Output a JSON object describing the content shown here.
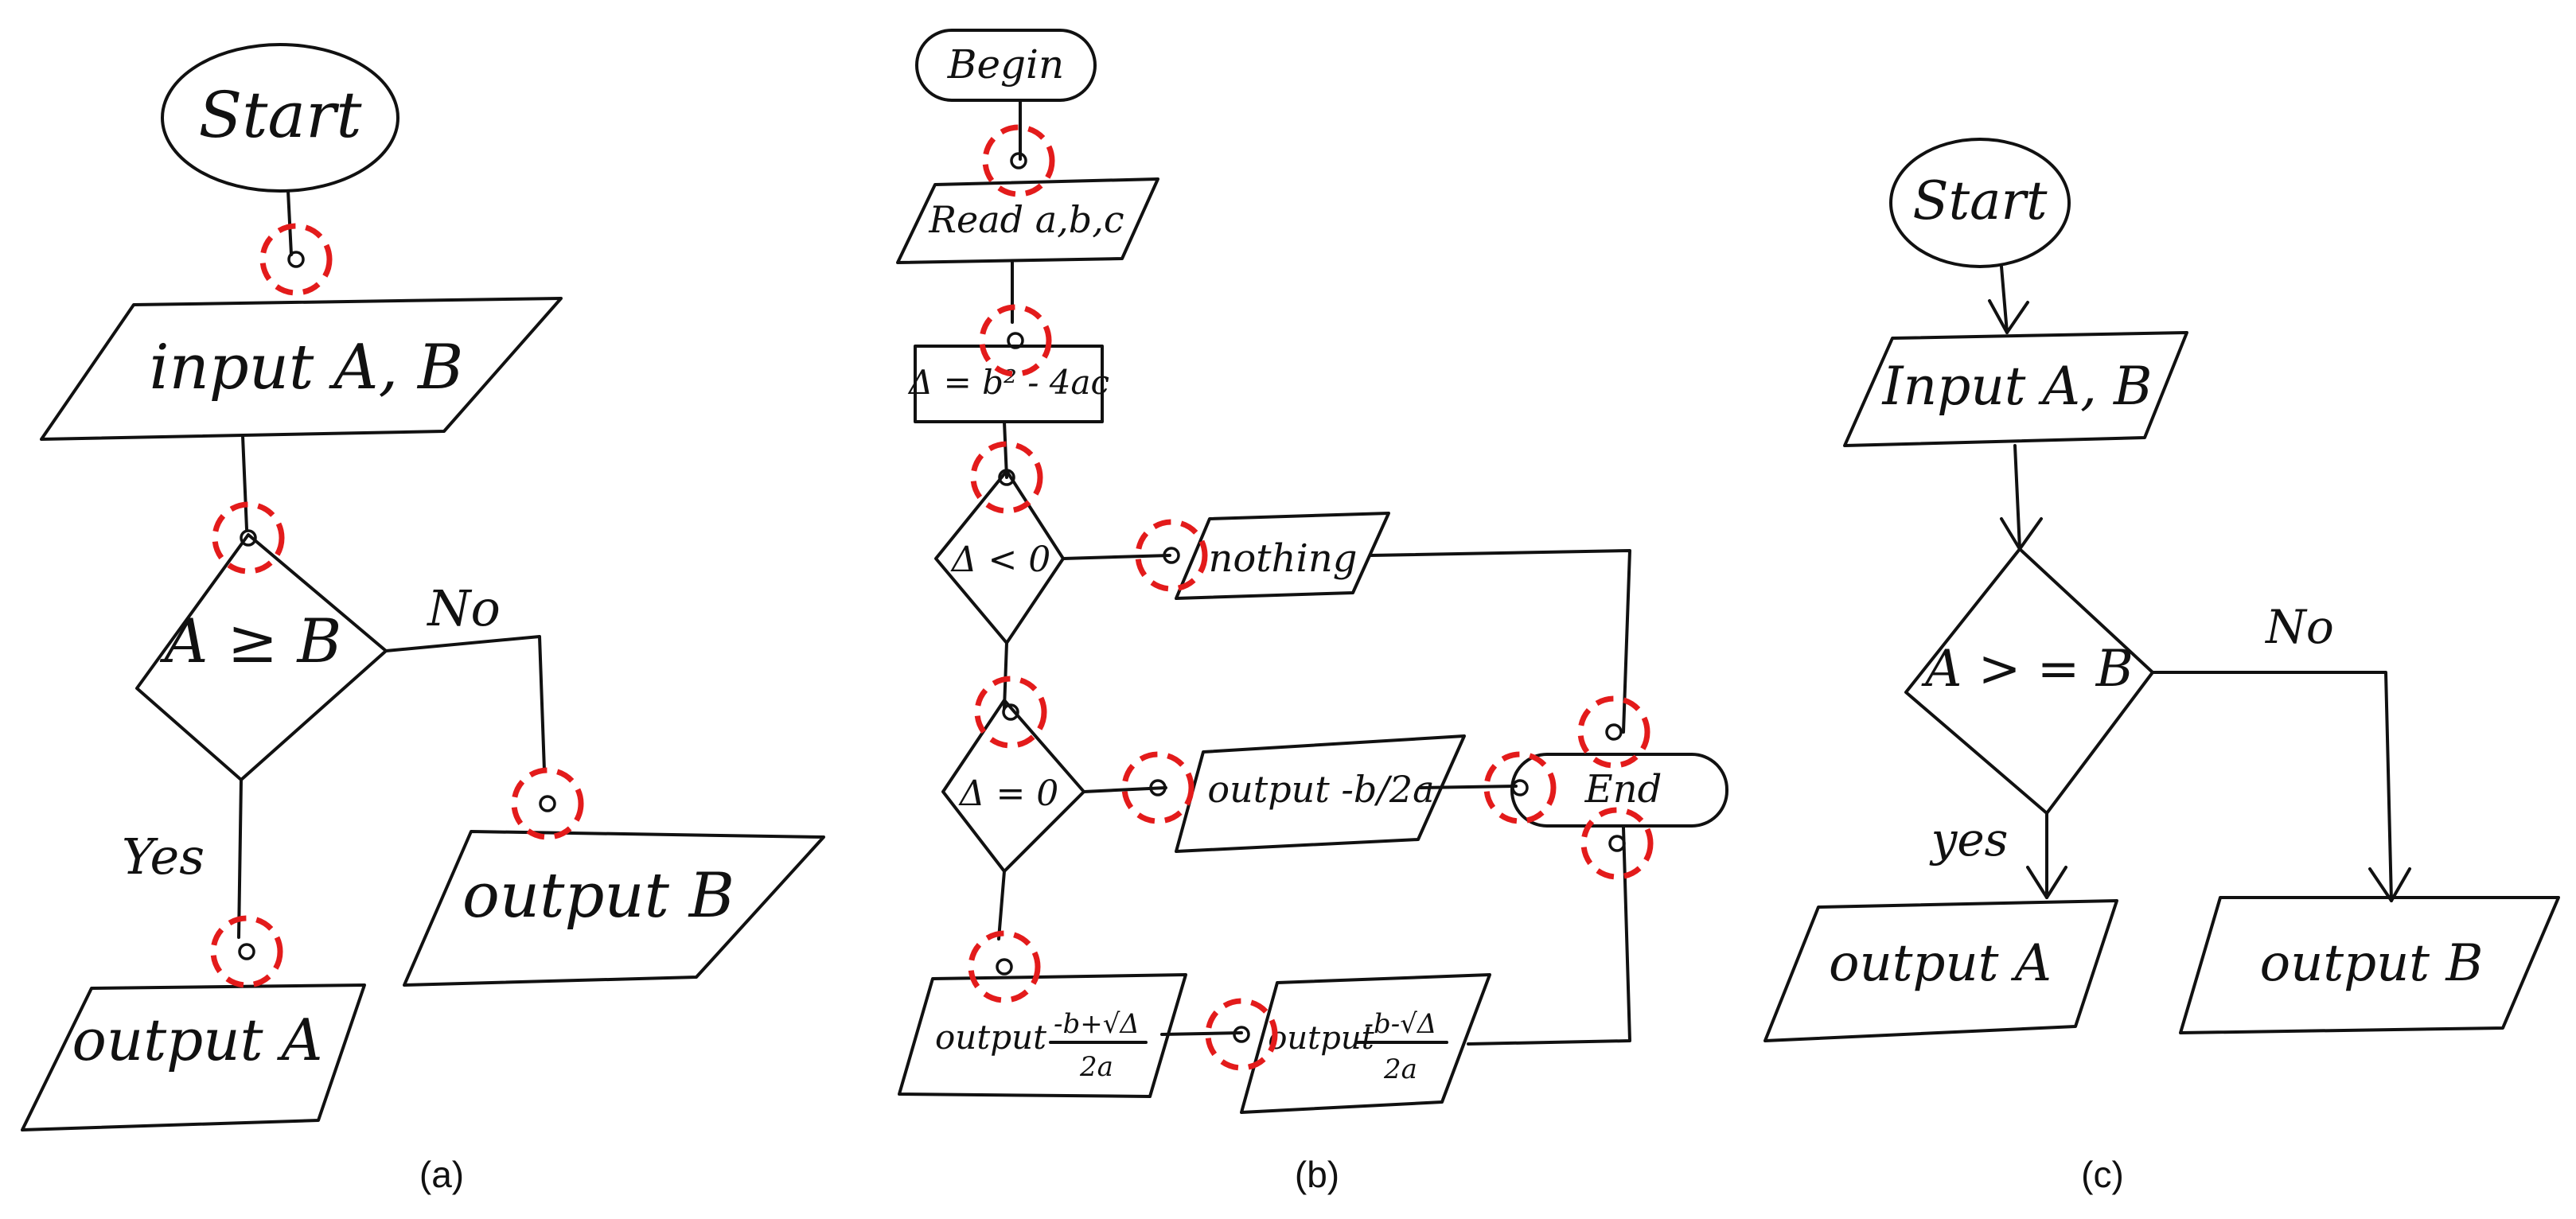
{
  "panels": [
    {
      "caption": "(a)",
      "start": "Start",
      "input": "input A, B",
      "decision": "A ≥ B",
      "no": "No",
      "yes": "Yes",
      "out_b": "output B",
      "out_a": "output A"
    },
    {
      "caption": "(b)",
      "begin": "Begin",
      "read": "Read a,b,c",
      "delta": "Δ = b² - 4ac",
      "cond1": "Δ < 0",
      "nothing": "nothing",
      "cond2": "Δ = 0",
      "out1": "output -b/2a",
      "end": "End",
      "out2_prefix": "output",
      "out2_num": "-b+√Δ",
      "out2_den": "2a",
      "out3_prefix": "output",
      "out3_num": "-b-√Δ",
      "out3_den": "2a"
    },
    {
      "caption": "(c)",
      "start": "Start",
      "input": "Input A, B",
      "decision": "A > = B",
      "no": "No",
      "yes": "yes",
      "out_a": "output A",
      "out_b": "output B"
    }
  ],
  "colors": {
    "ink": "#111111",
    "marker": "#e31b1b"
  }
}
